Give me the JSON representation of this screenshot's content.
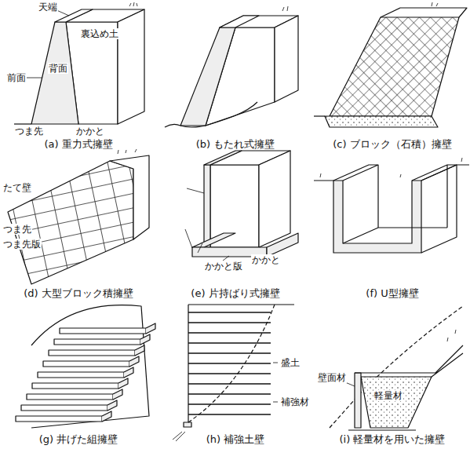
{
  "diagram": {
    "labels": [
      "天端",
      "裏込め土",
      "前面",
      "背面",
      "つま先",
      "かかと",
      "(a) 重力式擁壁",
      "(b) もたれ式擁壁",
      "(c) ブロック（石積）擁壁",
      "(d) 大型ブロック積擁壁",
      "たて壁",
      "つま先",
      "つま先版",
      "かかと版",
      "かかと",
      "(e) 片持ばり式擁壁",
      "(f) U型擁壁",
      "(g) 井げた組擁壁",
      "盛土",
      "補強材",
      "(h) 補強土壁",
      "壁面材",
      "軽量材",
      "(i) 軽量材を用いた擁壁"
    ]
  }
}
